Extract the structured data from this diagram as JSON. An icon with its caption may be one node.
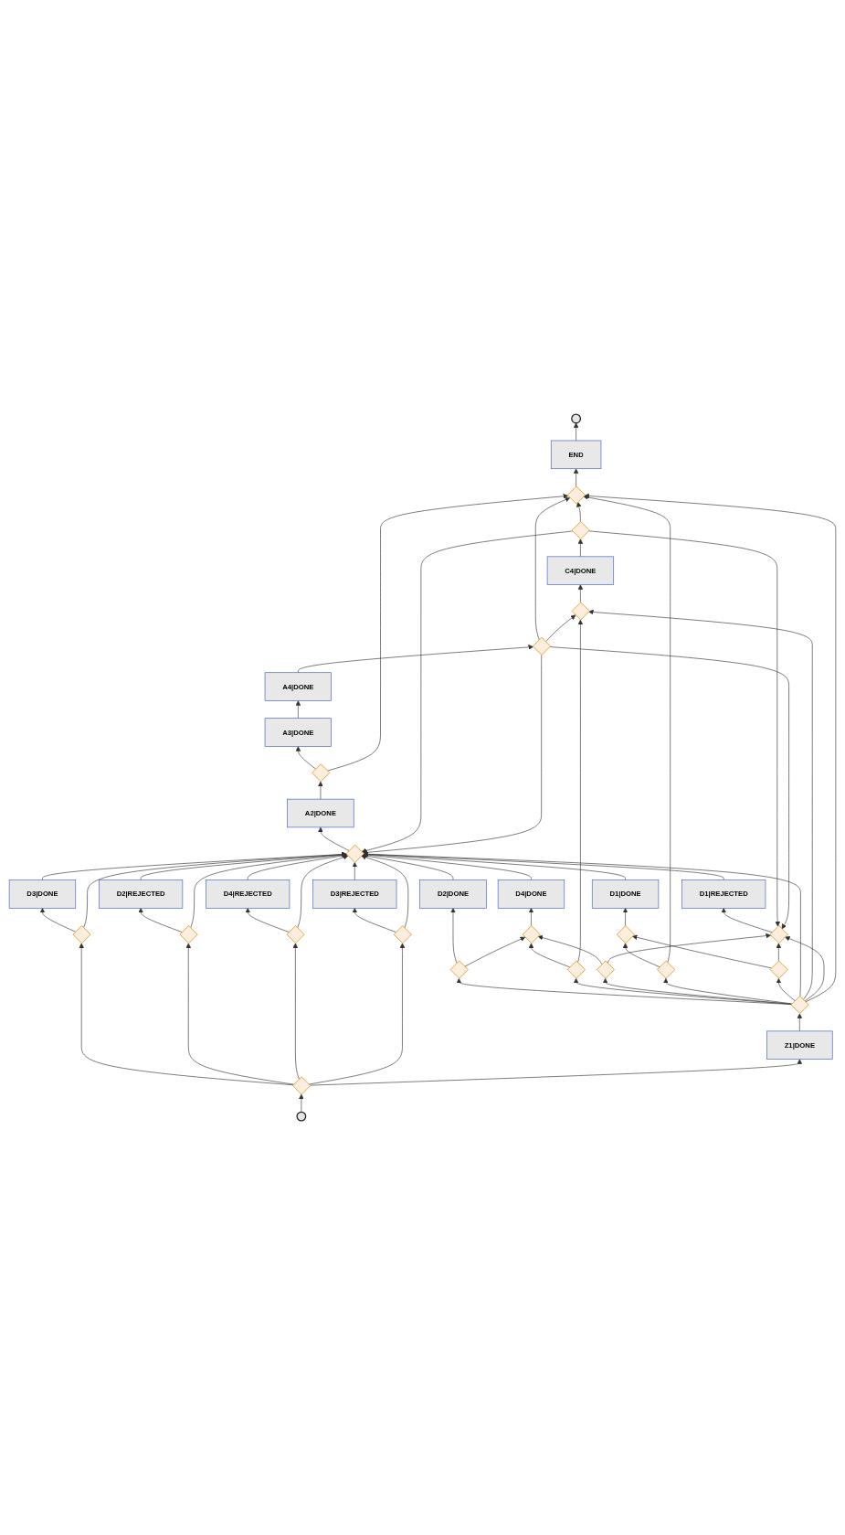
{
  "diagram": {
    "nodes": [
      {
        "text": [],
        "shape": "circle"
      },
      {
        "text": [
          "END"
        ]
      },
      {
        "text": [],
        "shape": "diamond"
      },
      {
        "text": [],
        "shape": "diamond"
      },
      {
        "text": [],
        "shape": "diamond"
      },
      {
        "text": [
          "C4|DONE"
        ]
      },
      {
        "text": [],
        "shape": "diamond"
      },
      {
        "text": [],
        "shape": "diamond"
      },
      {
        "text": [
          "A4|DONE"
        ]
      },
      {
        "text": [
          "A3|DONE"
        ]
      },
      {
        "text": [],
        "shape": "diamond"
      },
      {
        "text": [
          "A2|DONE"
        ]
      },
      {
        "text": [],
        "shape": "diamond"
      },
      {
        "text": [
          "D1|REJECTED"
        ]
      },
      {
        "text": [
          "D3|DONE"
        ]
      },
      {
        "text": [
          "D2|REJECTED"
        ]
      },
      {
        "text": [
          "D4|REJECTED"
        ]
      },
      {
        "text": [
          "D3|REJECTED"
        ]
      },
      {
        "text": [
          "D4|DONE"
        ]
      },
      {
        "text": [
          "D1|DONE"
        ]
      },
      {
        "text": [
          "D2|DONE"
        ]
      },
      {
        "text": [],
        "shape": "diamond"
      },
      {
        "text": [],
        "shape": "diamond"
      },
      {
        "text": [],
        "shape": "diamond"
      },
      {
        "text": [],
        "shape": "diamond"
      },
      {
        "text": [],
        "shape": "diamond"
      },
      {
        "text": [],
        "shape": "diamond"
      },
      {
        "text": [],
        "shape": "diamond"
      },
      {
        "text": [],
        "shape": "diamond"
      },
      {
        "text": [],
        "shape": "diamond"
      },
      {
        "text": [],
        "shape": "diamond"
      },
      {
        "text": [],
        "shape": "diamond"
      },
      {
        "text": [],
        "shape": "diamond"
      },
      {
        "text": [
          "Z1|DONE"
        ]
      },
      {
        "text": [],
        "shape": "diamond"
      },
      {
        "text": [],
        "shape": "circle"
      }
    ],
    "edges": [
      {
        "from": 35,
        "to": 34,
        "arrow": "to"
      },
      {
        "from": 34,
        "to": 21,
        "arrow": "to"
      },
      {
        "from": 34,
        "to": 22,
        "arrow": "to"
      },
      {
        "from": 34,
        "to": 23,
        "arrow": "to"
      },
      {
        "from": 34,
        "to": 24,
        "arrow": "to"
      },
      {
        "from": 34,
        "to": 33,
        "arrow": "to"
      },
      {
        "from": 33,
        "to": 32,
        "arrow": "to"
      },
      {
        "from": 32,
        "to": 27,
        "arrow": "to"
      },
      {
        "from": 32,
        "to": 28,
        "arrow": "to"
      },
      {
        "from": 32,
        "to": 29,
        "arrow": "to"
      },
      {
        "from": 32,
        "to": 30,
        "arrow": "to"
      },
      {
        "from": 32,
        "to": 31,
        "arrow": "to"
      },
      {
        "from": 32,
        "to": 12,
        "arrow": "to"
      },
      {
        "from": 32,
        "to": 6,
        "arrow": "to"
      },
      {
        "from": 32,
        "to": 3,
        "arrow": "to"
      },
      {
        "from": 32,
        "to": 2,
        "arrow": "to"
      },
      {
        "from": 21,
        "to": 14,
        "arrow": "to"
      },
      {
        "from": 21,
        "to": 12,
        "arrow": "to"
      },
      {
        "from": 22,
        "to": 15,
        "arrow": "to"
      },
      {
        "from": 22,
        "to": 12,
        "arrow": "to"
      },
      {
        "from": 23,
        "to": 16,
        "arrow": "to"
      },
      {
        "from": 23,
        "to": 12,
        "arrow": "to"
      },
      {
        "from": 24,
        "to": 17,
        "arrow": "to"
      },
      {
        "from": 24,
        "to": 12,
        "arrow": "to"
      },
      {
        "from": 13,
        "to": 12,
        "arrow": "to"
      },
      {
        "from": 14,
        "to": 12,
        "arrow": "to"
      },
      {
        "from": 15,
        "to": 12,
        "arrow": "to"
      },
      {
        "from": 16,
        "to": 12,
        "arrow": "to"
      },
      {
        "from": 17,
        "to": 12,
        "arrow": "to"
      },
      {
        "from": 18,
        "to": 12,
        "arrow": "to"
      },
      {
        "from": 19,
        "to": 12,
        "arrow": "to"
      },
      {
        "from": 20,
        "to": 12,
        "arrow": "to"
      },
      {
        "from": 27,
        "to": 20,
        "arrow": "to"
      },
      {
        "from": 27,
        "to": 25,
        "arrow": "to"
      },
      {
        "from": 28,
        "to": 25,
        "arrow": "to"
      },
      {
        "from": 28,
        "to": 6,
        "arrow": "to"
      },
      {
        "from": 29,
        "to": 25,
        "arrow": "to"
      },
      {
        "from": 29,
        "to": 3,
        "arrow": "to"
      },
      {
        "from": 30,
        "to": 26,
        "arrow": "to"
      },
      {
        "from": 30,
        "to": 2,
        "arrow": "to"
      },
      {
        "from": 31,
        "to": 26,
        "arrow": "to"
      },
      {
        "from": 31,
        "to": 3,
        "arrow": "to"
      },
      {
        "from": 25,
        "to": 18,
        "arrow": "to"
      },
      {
        "from": 26,
        "to": 19,
        "arrow": "to"
      },
      {
        "from": 12,
        "to": 11,
        "arrow": "to"
      },
      {
        "from": 11,
        "to": 10,
        "arrow": "to"
      },
      {
        "from": 10,
        "to": 9,
        "arrow": "to"
      },
      {
        "from": 10,
        "to": 2,
        "arrow": "to"
      },
      {
        "from": 9,
        "to": 8,
        "arrow": "to"
      },
      {
        "from": 8,
        "to": 7,
        "arrow": "to"
      },
      {
        "from": 7,
        "to": 2,
        "arrow": "to"
      },
      {
        "from": 7,
        "to": 6,
        "arrow": "to"
      },
      {
        "from": 7,
        "to": 3,
        "arrow": "to"
      },
      {
        "from": 7,
        "to": 12,
        "arrow": "to"
      },
      {
        "from": 6,
        "to": 5,
        "arrow": "to"
      },
      {
        "from": 5,
        "to": 4,
        "arrow": "to"
      },
      {
        "from": 4,
        "to": 2,
        "arrow": "to"
      },
      {
        "from": 4,
        "to": 3,
        "arrow": "to"
      },
      {
        "from": 4,
        "to": 12,
        "arrow": "to"
      },
      {
        "from": 3,
        "to": 13,
        "arrow": "to"
      },
      {
        "from": 2,
        "to": 1,
        "arrow": "to"
      },
      {
        "from": 1,
        "to": 0,
        "arrow": "to"
      }
    ]
  }
}
